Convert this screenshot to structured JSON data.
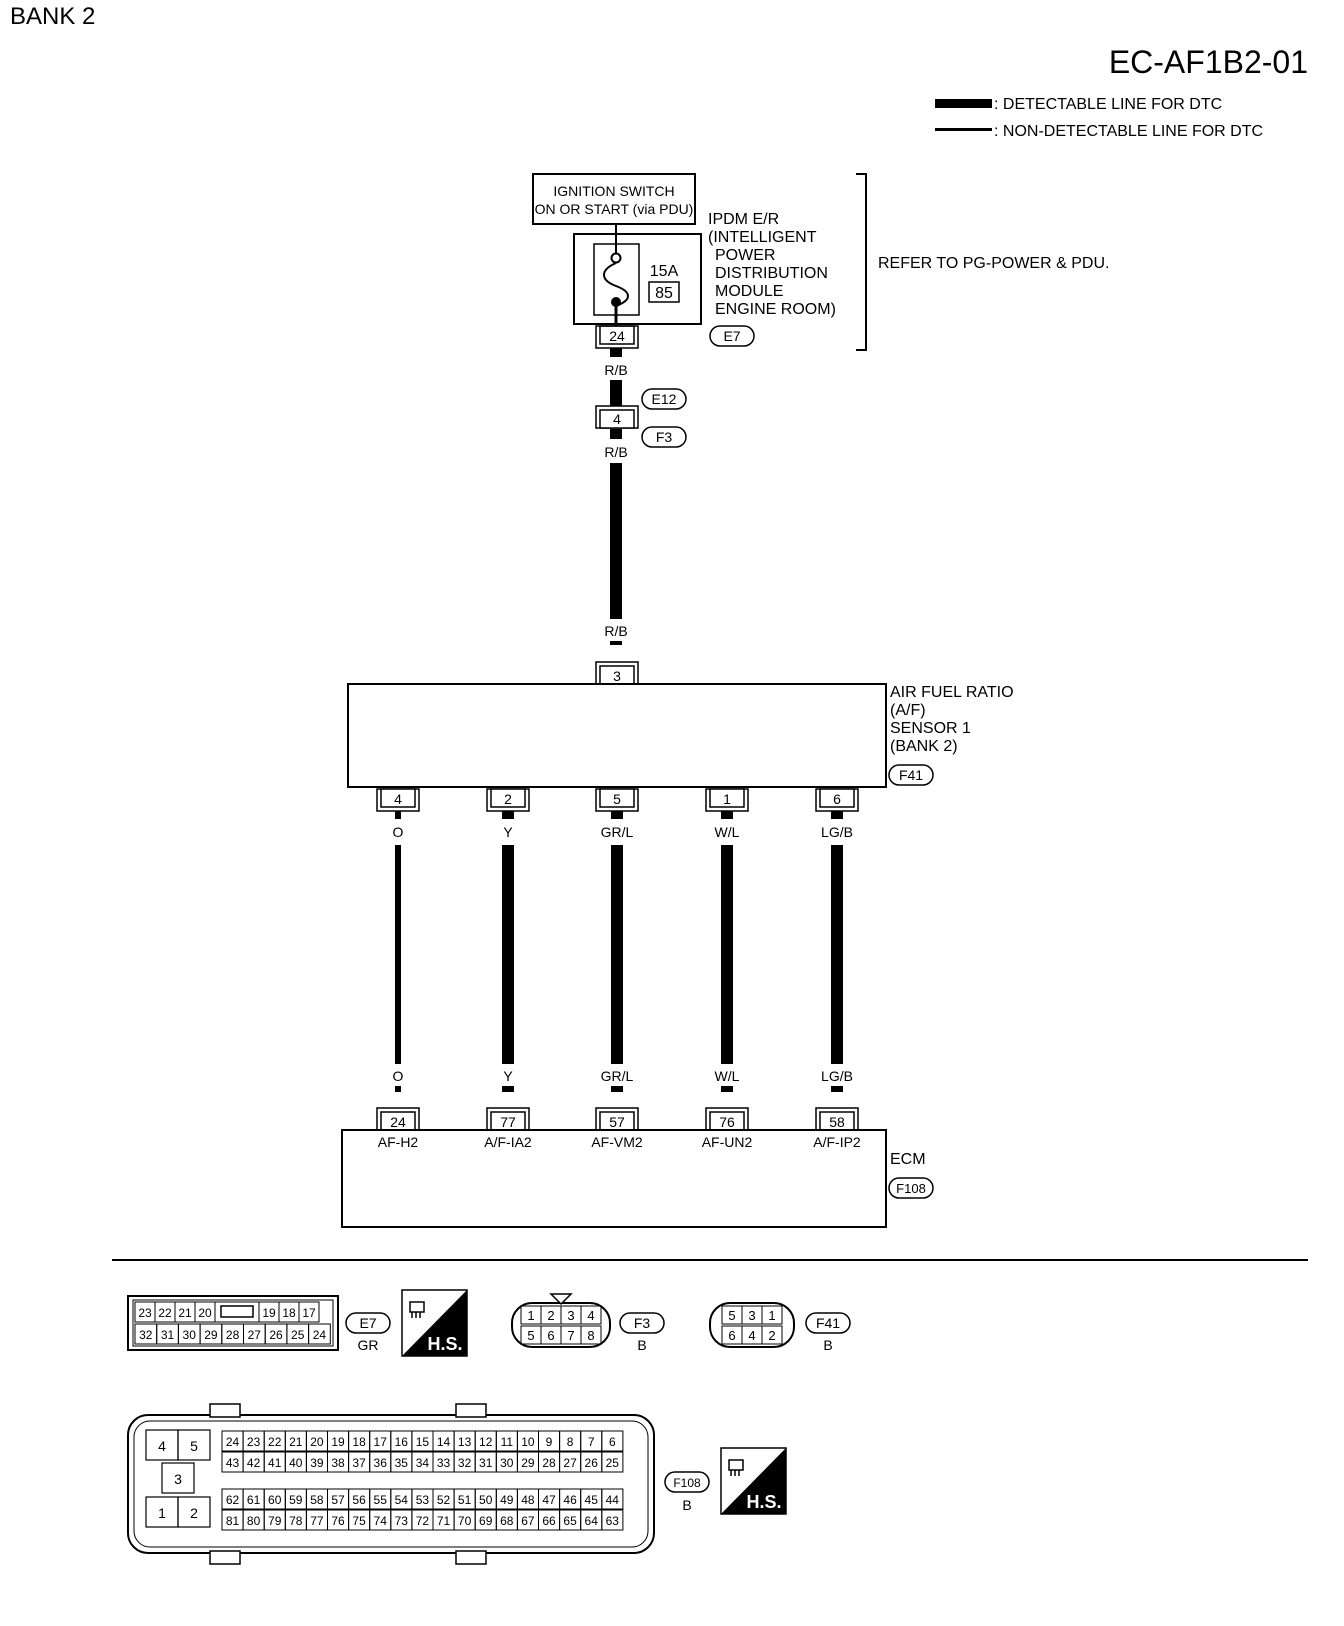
{
  "header": {
    "title": "BANK 2",
    "code": "EC-AF1B2-01"
  },
  "legend": {
    "detectable": ": DETECTABLE LINE FOR DTC",
    "non_detectable": ": NON-DETECTABLE LINE FOR DTC"
  },
  "ignition": {
    "line1": "IGNITION SWITCH",
    "line2": "ON OR START (via PDU)"
  },
  "ipdm": {
    "lines": [
      "IPDM E/R",
      "(INTELLIGENT",
      "POWER",
      "DISTRIBUTION",
      "MODULE",
      "ENGINE ROOM)"
    ],
    "fuse_amp": "15A",
    "fuse_no": "85",
    "pin": "24",
    "connector": "E7",
    "note": "REFER TO PG-POWER & PDU."
  },
  "power_wire": {
    "color": "R/B",
    "joint_pin": "4",
    "joint_conn_top": "E12",
    "joint_conn_bottom": "F3"
  },
  "sensor": {
    "lines": [
      "AIR FUEL RATIO",
      "(A/F)",
      "SENSOR 1",
      "(BANK 2)"
    ],
    "connector": "F41",
    "power_pin": "3"
  },
  "wires": [
    {
      "sensor_pin": "4",
      "color": "O",
      "ecm_pin": "24",
      "signal": "AF-H2"
    },
    {
      "sensor_pin": "2",
      "color": "Y",
      "ecm_pin": "77",
      "signal": "A/F-IA2"
    },
    {
      "sensor_pin": "5",
      "color": "GR/L",
      "ecm_pin": "57",
      "signal": "AF-VM2"
    },
    {
      "sensor_pin": "1",
      "color": "W/L",
      "ecm_pin": "76",
      "signal": "AF-UN2"
    },
    {
      "sensor_pin": "6",
      "color": "LG/B",
      "ecm_pin": "58",
      "signal": "A/F-IP2"
    }
  ],
  "ecm": {
    "label": "ECM",
    "connector": "F108"
  },
  "connectors": {
    "e7": {
      "top": [
        "23",
        "22",
        "21",
        "20",
        "",
        "19",
        "18",
        "17"
      ],
      "bottom": [
        "32",
        "31",
        "30",
        "29",
        "28",
        "27",
        "26",
        "25",
        "24"
      ],
      "name": "E7",
      "color": "GR"
    },
    "hs_label": "H.S.",
    "f3": {
      "top": [
        "1",
        "2",
        "3",
        "4"
      ],
      "bottom": [
        "5",
        "6",
        "7",
        "8"
      ],
      "name": "F3",
      "color": "B"
    },
    "f41": {
      "top": [
        "5",
        "3",
        "1"
      ],
      "bottom": [
        "6",
        "4",
        "2"
      ],
      "name": "F41",
      "color": "B"
    },
    "f108": {
      "left": [
        "4",
        "5",
        "3",
        "1",
        "2"
      ],
      "row1": [
        "24",
        "23",
        "22",
        "21",
        "20",
        "19",
        "18",
        "17",
        "16",
        "15",
        "14",
        "13",
        "12",
        "11",
        "10",
        "9",
        "8",
        "7",
        "6"
      ],
      "row2": [
        "43",
        "42",
        "41",
        "40",
        "39",
        "38",
        "37",
        "36",
        "35",
        "34",
        "33",
        "32",
        "31",
        "30",
        "29",
        "28",
        "27",
        "26",
        "25"
      ],
      "row3": [
        "62",
        "61",
        "60",
        "59",
        "58",
        "57",
        "56",
        "55",
        "54",
        "53",
        "52",
        "51",
        "50",
        "49",
        "48",
        "47",
        "46",
        "45",
        "44"
      ],
      "row4": [
        "81",
        "80",
        "79",
        "78",
        "77",
        "76",
        "75",
        "74",
        "73",
        "72",
        "71",
        "70",
        "69",
        "68",
        "67",
        "66",
        "65",
        "64",
        "63"
      ],
      "name": "F108",
      "color": "B"
    }
  }
}
